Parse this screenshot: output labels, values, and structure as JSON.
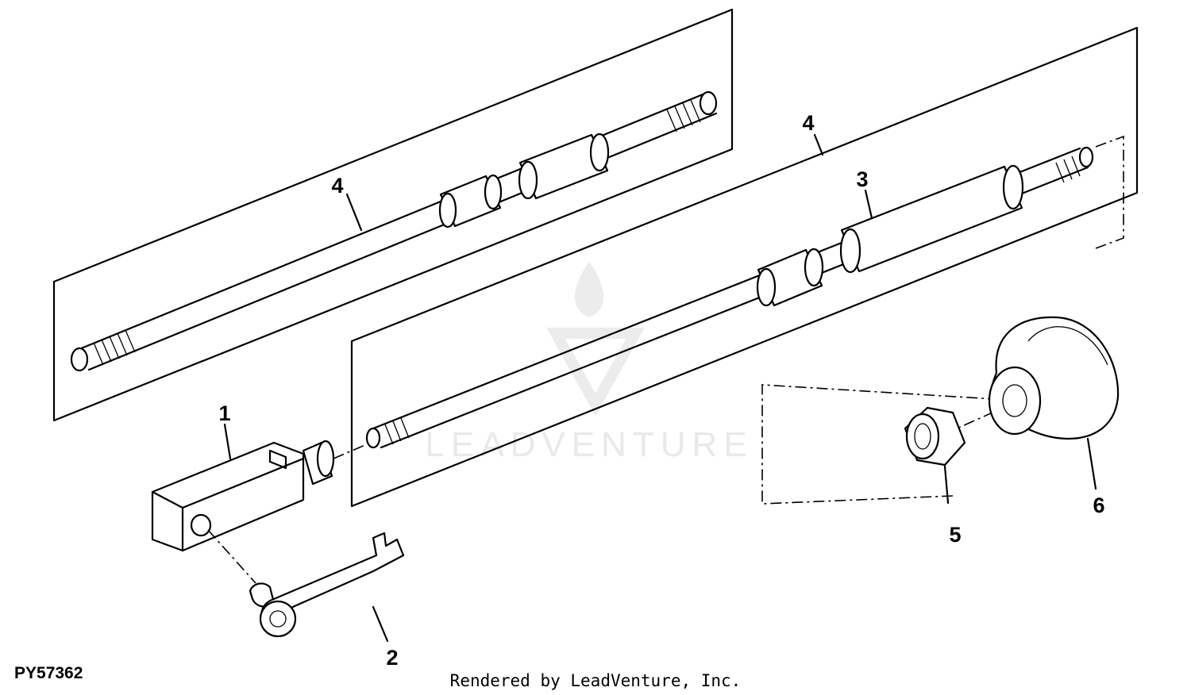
{
  "diagram": {
    "figure_code": "PY57362",
    "credit": "Rendered by LeadVenture, Inc.",
    "watermark": "LEADVENTURE",
    "callouts": [
      {
        "id": "part-1",
        "text": "1"
      },
      {
        "id": "part-2",
        "text": "2"
      },
      {
        "id": "part-3",
        "text": "3"
      },
      {
        "id": "part-4-upper",
        "text": "4"
      },
      {
        "id": "part-4-lower",
        "text": "4"
      },
      {
        "id": "part-5",
        "text": "5"
      },
      {
        "id": "part-6",
        "text": "6"
      }
    ]
  }
}
